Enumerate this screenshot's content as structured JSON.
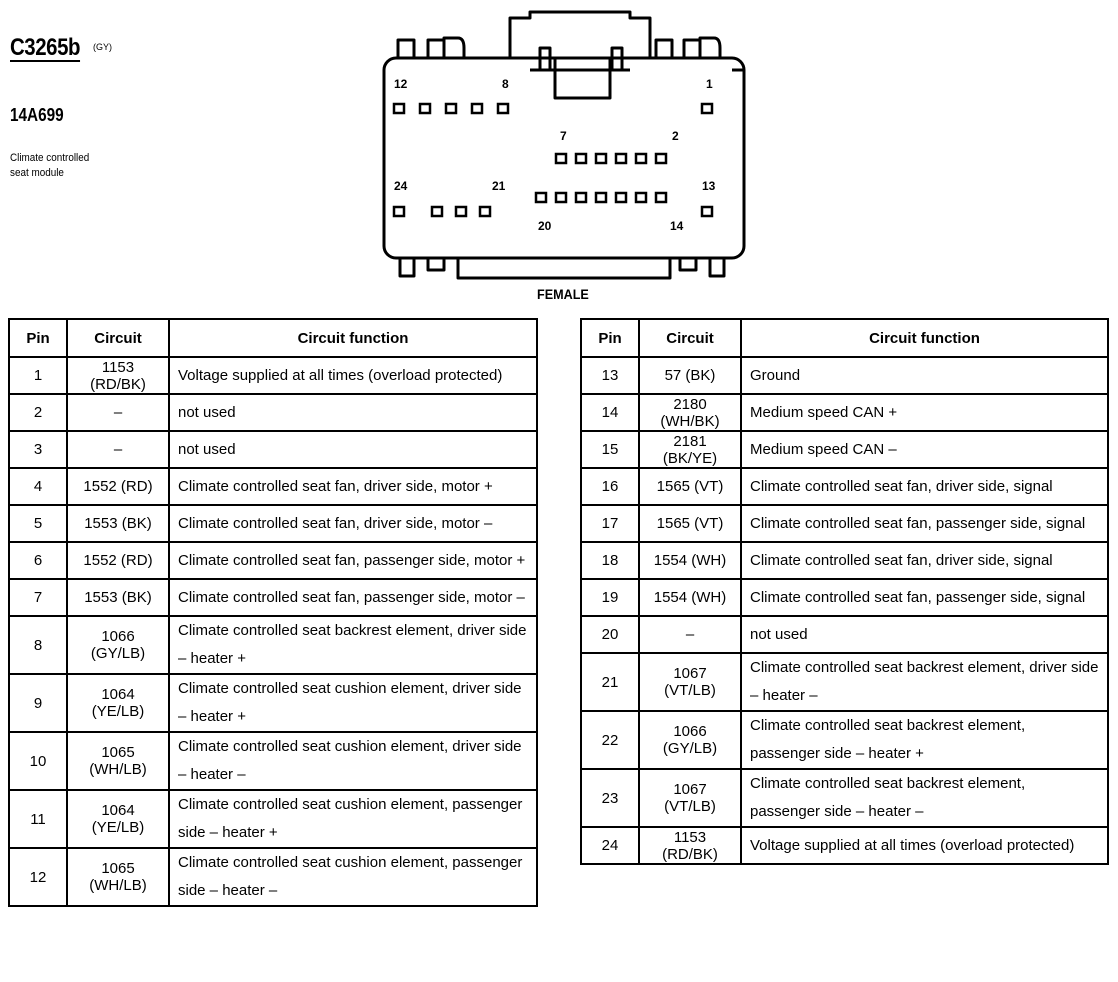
{
  "connector": {
    "id": "C3265b",
    "color": "(GY)",
    "part_number": "14A699",
    "description": "Climate controlled seat module",
    "gender": "FEMALE",
    "pin_labels": [
      "12",
      "8",
      "1",
      "7",
      "2",
      "24",
      "21",
      "13",
      "20",
      "14"
    ]
  },
  "table_headers": {
    "pin": "Pin",
    "circuit": "Circuit",
    "function": "Circuit function"
  },
  "left_rows": [
    {
      "pin": "1",
      "circuit": "1153 (RD/BK)",
      "function": "Voltage supplied at all times (overload protected)"
    },
    {
      "pin": "2",
      "circuit": "–",
      "function": "not used"
    },
    {
      "pin": "3",
      "circuit": "–",
      "function": "not used"
    },
    {
      "pin": "4",
      "circuit": "1552 (RD)",
      "function": "Climate controlled seat fan, driver side, motor +"
    },
    {
      "pin": "5",
      "circuit": "1553 (BK)",
      "function": "Climate controlled seat fan, driver side, motor –"
    },
    {
      "pin": "6",
      "circuit": "1552 (RD)",
      "function": "Climate controlled seat fan, passenger side, motor +"
    },
    {
      "pin": "7",
      "circuit": "1553 (BK)",
      "function": "Climate controlled seat fan, passenger side, motor –"
    },
    {
      "pin": "8",
      "circuit": "1066 (GY/LB)",
      "function": "Climate controlled seat backrest element, driver side – heater +"
    },
    {
      "pin": "9",
      "circuit": "1064 (YE/LB)",
      "function": "Climate controlled seat cushion element, driver side – heater +"
    },
    {
      "pin": "10",
      "circuit": "1065 (WH/LB)",
      "function": "Climate controlled seat cushion element, driver side – heater –"
    },
    {
      "pin": "11",
      "circuit": "1064 (YE/LB)",
      "function": "Climate controlled seat cushion element, passenger side – heater +"
    },
    {
      "pin": "12",
      "circuit": "1065 (WH/LB)",
      "function": "Climate controlled seat cushion element, passenger side – heater –"
    }
  ],
  "right_rows": [
    {
      "pin": "13",
      "circuit": "57 (BK)",
      "function": "Ground"
    },
    {
      "pin": "14",
      "circuit": "2180 (WH/BK)",
      "function": "Medium speed CAN +"
    },
    {
      "pin": "15",
      "circuit": "2181 (BK/YE)",
      "function": "Medium speed CAN –"
    },
    {
      "pin": "16",
      "circuit": "1565 (VT)",
      "function": "Climate controlled seat fan, driver side, signal"
    },
    {
      "pin": "17",
      "circuit": "1565 (VT)",
      "function": "Climate controlled seat fan, passenger side, signal"
    },
    {
      "pin": "18",
      "circuit": "1554 (WH)",
      "function": "Climate controlled seat fan, driver side, signal"
    },
    {
      "pin": "19",
      "circuit": "1554 (WH)",
      "function": "Climate controlled seat fan, passenger side, signal"
    },
    {
      "pin": "20",
      "circuit": "–",
      "function": "not used"
    },
    {
      "pin": "21",
      "circuit": "1067 (VT/LB)",
      "function": "Climate controlled seat backrest element, driver side – heater –"
    },
    {
      "pin": "22",
      "circuit": "1066 (GY/LB)",
      "function": "Climate controlled seat backrest element, passenger side – heater +"
    },
    {
      "pin": "23",
      "circuit": "1067 (VT/LB)",
      "function": "Climate controlled seat backrest element, passenger side – heater –"
    },
    {
      "pin": "24",
      "circuit": "1153 (RD/BK)",
      "function": "Voltage supplied at all times (overload protected)"
    }
  ]
}
